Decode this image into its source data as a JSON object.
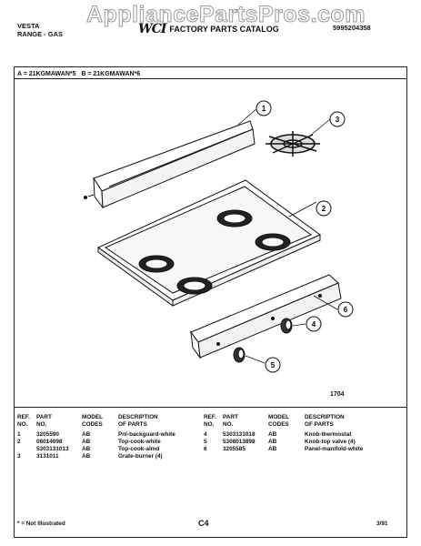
{
  "watermark": "AppliancePartsPros.com",
  "header": {
    "brand": "VESTA",
    "product": "RANGE - GAS",
    "logo": "WCI",
    "catalog_title": "FACTORY PARTS CATALOG",
    "catalog_number": "5995204358"
  },
  "models": {
    "a": "A = 21KGMAWAN*5",
    "b": "B = 21KGMAWAN*6"
  },
  "diagram": {
    "code": "1704",
    "callouts": [
      "1",
      "2",
      "3",
      "4",
      "5",
      "6"
    ]
  },
  "table_headers": {
    "ref_line1": "REF.",
    "ref_line2": "NO.",
    "part_line1": "PART",
    "part_line2": "NO.",
    "model_line1": "MODEL",
    "model_line2": "CODES",
    "desc_line1": "DESCRIPTION",
    "desc_line2": "OF PARTS"
  },
  "parts_left": [
    {
      "ref": "1",
      "part": "3205590",
      "model": "AB",
      "desc": "Pnl-backguard-white"
    },
    {
      "ref": "2",
      "part": "08014098",
      "model": "AB",
      "desc": "Top-cook-white"
    },
    {
      "ref": "",
      "part": "5303131013",
      "model": "AB",
      "desc": "Top-cook-almd"
    },
    {
      "ref": "3",
      "part": "3131011",
      "model": "AB",
      "desc": "Grate-burner (4)"
    }
  ],
  "parts_right": [
    {
      "ref": "4",
      "part": "5303131018",
      "model": "AB",
      "desc": "Knob-thermostat"
    },
    {
      "ref": "5",
      "part": "5308013898",
      "model": "AB",
      "desc": "Knob-top valve (4)"
    },
    {
      "ref": "6",
      "part": "3205585",
      "model": "AB",
      "desc": "Panel-manifold-white"
    }
  ],
  "footer": {
    "note": "* = Not Illustrated",
    "page": "C4",
    "date": "3/91"
  }
}
